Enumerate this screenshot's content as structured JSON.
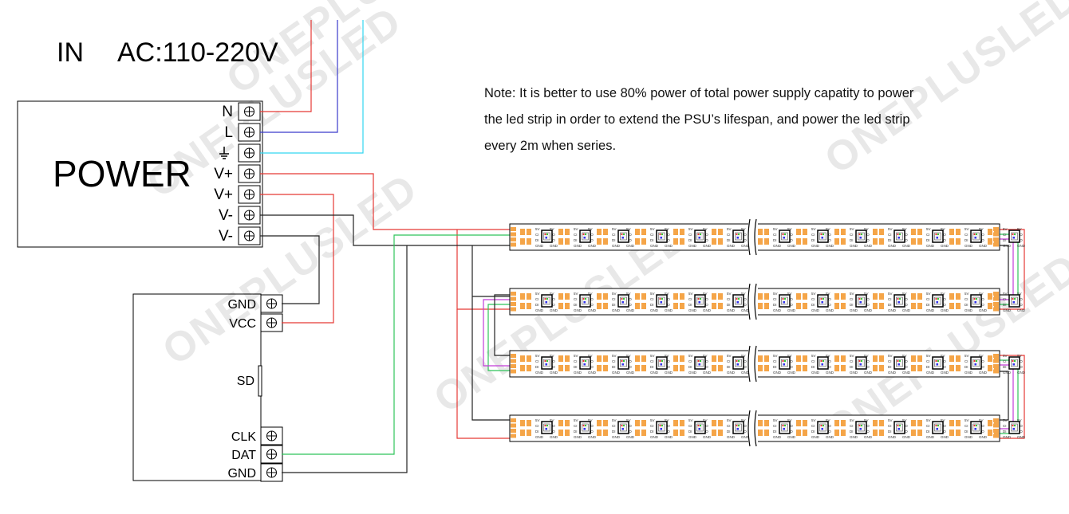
{
  "input_label": {
    "in": "IN",
    "voltage": "AC:110-220V"
  },
  "power_supply": {
    "title": "POWER",
    "terminals": [
      "N",
      "L",
      "ground-symbol",
      "V+",
      "V+",
      "V-",
      "V-"
    ]
  },
  "controller": {
    "terminals_top": [
      "GND",
      "VCC"
    ],
    "sd_label": "SD",
    "terminals_bottom": [
      "CLK",
      "DAT",
      "GND"
    ]
  },
  "note_lines": [
    "Note: It is better to use 80% power of total power supply capatity to power",
    "the led strip in order to extend the PSU’s lifespan, and power the led strip",
    "every 2m when series."
  ],
  "pad_labels": {
    "top": [
      "5V",
      "CI",
      "DI",
      "GND"
    ],
    "bottom": [
      "5V",
      "CO",
      "DO",
      "GND"
    ]
  },
  "watermark": "ONEPLUSLED",
  "colors": {
    "wire_red": "#e53935",
    "wire_blue": "#3b3bcc",
    "wire_cyan": "#33d6f0",
    "wire_black": "#222222",
    "wire_green": "#2fc45a",
    "wire_magenta": "#c23bd8",
    "pad_orange": "#f5a548",
    "watermark": "#e8e8e8"
  }
}
